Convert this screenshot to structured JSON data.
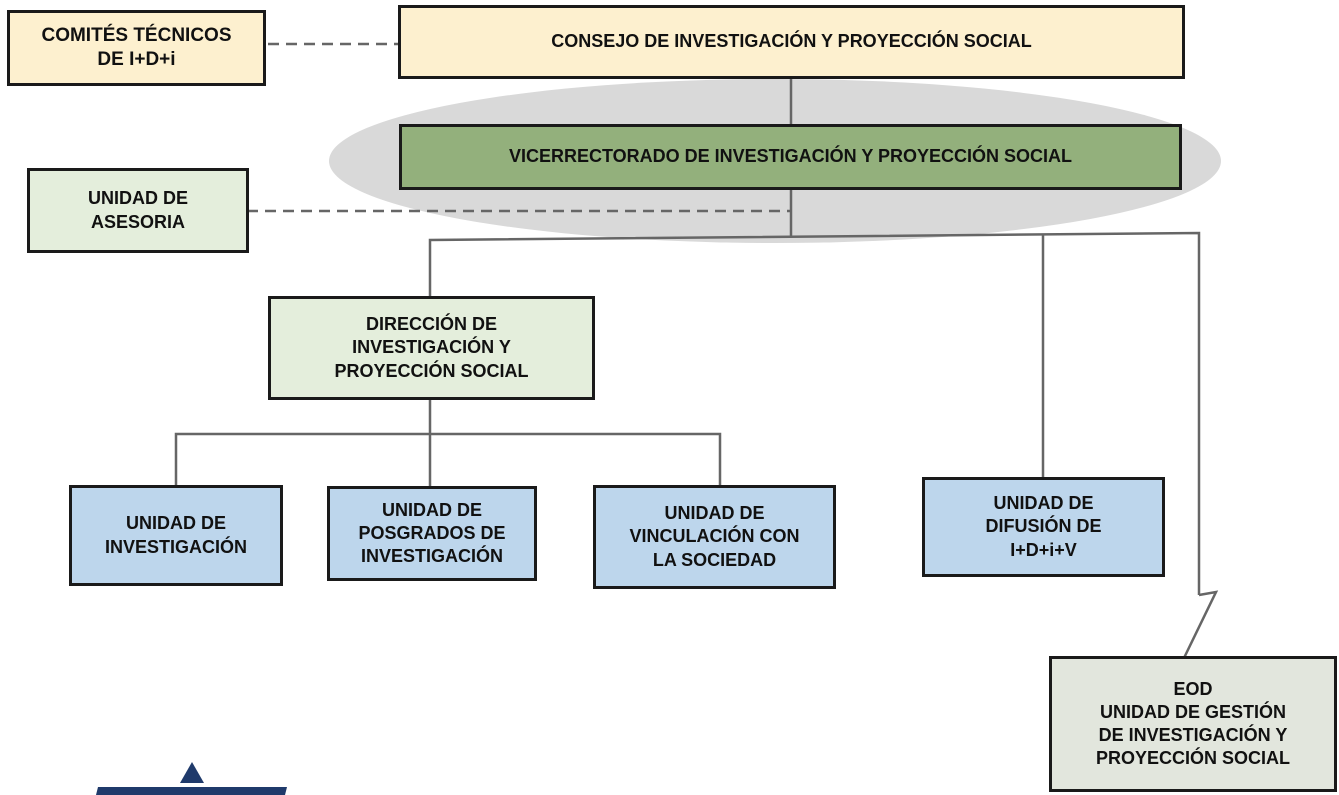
{
  "diagram": {
    "type": "org-chart",
    "colors": {
      "cream": "#fdf0cf",
      "light_green": "#e4eedc",
      "dark_green": "#93b07c",
      "light_blue": "#bdd6ec",
      "grey_box": "#e2e6dd",
      "ellipse": "#d9d9d9",
      "line": "#666666",
      "logo_navy": "#1f3a6b"
    },
    "nodes": {
      "comites": {
        "label": "COMITÉS TÉCNICOS\nDE I+D+i"
      },
      "consejo": {
        "label": "CONSEJO DE INVESTIGACIÓN Y PROYECCIÓN SOCIAL"
      },
      "vicerrectorado": {
        "label": "VICERRECTORADO DE INVESTIGACIÓN Y PROYECCIÓN SOCIAL"
      },
      "asesoria": {
        "label": "UNIDAD DE\nASESORIA"
      },
      "direccion": {
        "label": "DIRECCIÓN DE\nINVESTIGACIÓN Y\nPROYECCIÓN SOCIAL"
      },
      "investigacion": {
        "label": "UNIDAD DE\nINVESTIGACIÓN"
      },
      "posgrados": {
        "label": "UNIDAD DE\nPOSGRADOS DE\nINVESTIGACIÓN"
      },
      "vinculacion": {
        "label": "UNIDAD DE\nVINCULACIÓN CON\nLA SOCIEDAD"
      },
      "difusion": {
        "label": "UNIDAD DE\nDIFUSIÓN DE\nI+D+i+V"
      },
      "eod": {
        "label": "EOD\nUNIDAD DE GESTIÓN\nDE INVESTIGACIÓN Y\nPROYECCIÓN SOCIAL"
      }
    }
  }
}
